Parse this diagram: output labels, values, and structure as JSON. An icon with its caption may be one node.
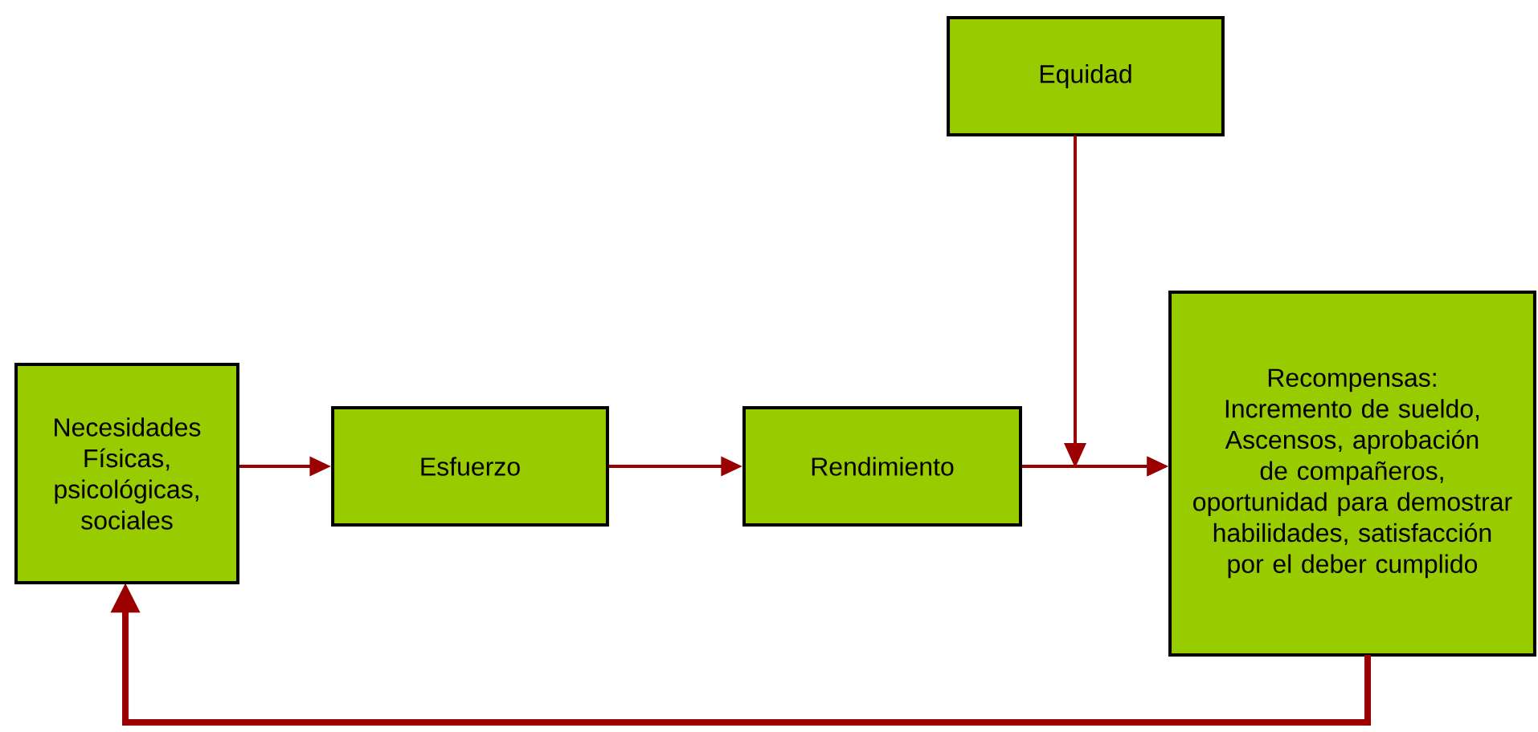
{
  "diagram": {
    "nodes": [
      {
        "text": [
          "Necesidades Físicas, psicológicas, sociales"
        ]
      },
      {
        "text": [
          "Esfuerzo"
        ]
      },
      {
        "text": [
          "Rendimiento"
        ]
      },
      {
        "text": [
          "Equidad"
        ]
      },
      {
        "text": [
          "Recompensas: Incremento de sueldo, Ascensos, aprobación de compañeros, oportunidad para demostrar habilidades, satisfacción por el deber cumplido"
        ]
      }
    ],
    "edges": [
      {
        "from": 0,
        "to": 1,
        "arrow": "to"
      },
      {
        "from": 1,
        "to": 2,
        "arrow": "to"
      },
      {
        "from": 2,
        "to": 4,
        "arrow": "to"
      },
      {
        "from": 3,
        "to": 4,
        "arrow": "to"
      },
      {
        "from": 4,
        "to": 0,
        "arrow": "to",
        "style": "thick"
      }
    ]
  }
}
